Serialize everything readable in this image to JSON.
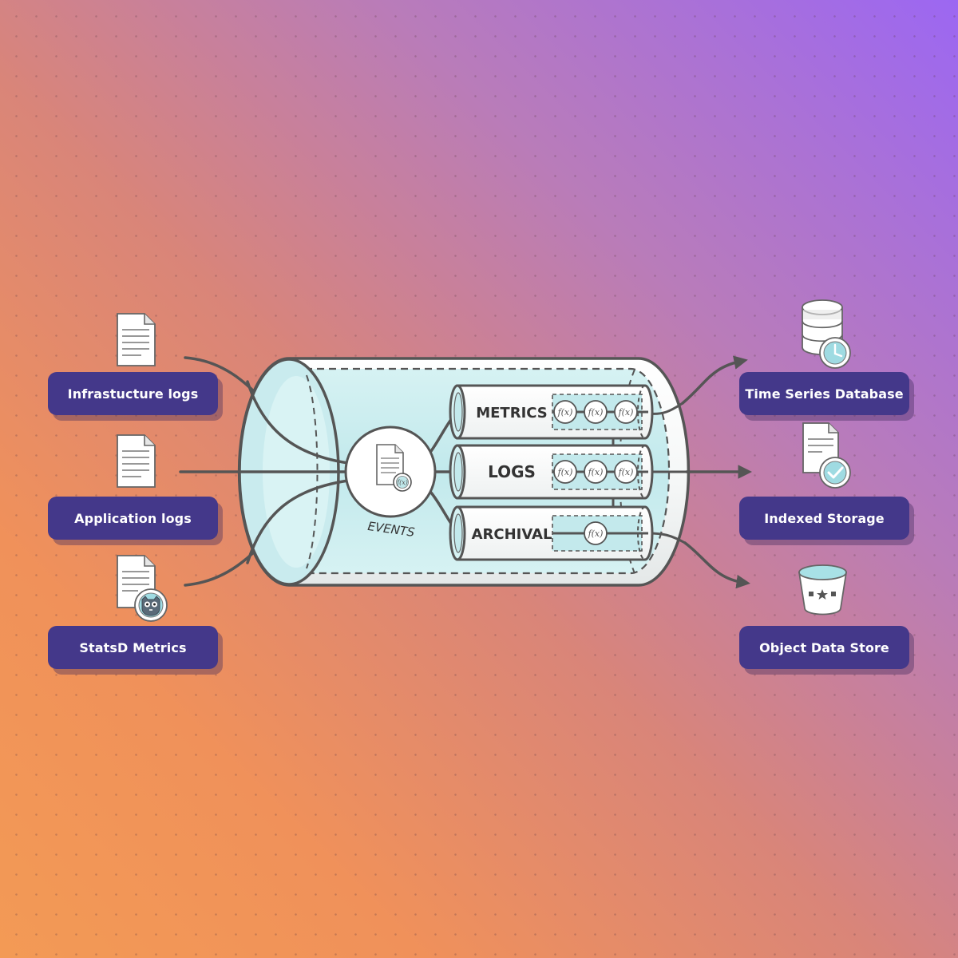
{
  "sources": [
    {
      "label": "Infrastucture logs",
      "icon": "document-icon"
    },
    {
      "label": "Application logs",
      "icon": "document-icon"
    },
    {
      "label": "StatsD Metrics",
      "icon": "statsd-document-icon"
    }
  ],
  "destinations": [
    {
      "label": "Time Series Database",
      "icon": "database-clock-icon"
    },
    {
      "label": "Indexed Storage",
      "icon": "document-check-icon"
    },
    {
      "label": "Object Data Store",
      "icon": "bucket-icon"
    }
  ],
  "pipeline": {
    "events_label": "EVENTS",
    "function_symbol": "f(x)",
    "streams": [
      {
        "label": "METRICS",
        "functions": 3
      },
      {
        "label": "LOGS",
        "functions": 3
      },
      {
        "label": "ARCHIVAL",
        "functions": 1
      }
    ]
  },
  "colors": {
    "pill": "#44388a",
    "pill_text": "#ffffff",
    "aqua": "#bfe7ea",
    "outline": "#555555",
    "arrow": "#555555",
    "background_orange": "#f39a55",
    "background_purple": "#9c67f2"
  }
}
